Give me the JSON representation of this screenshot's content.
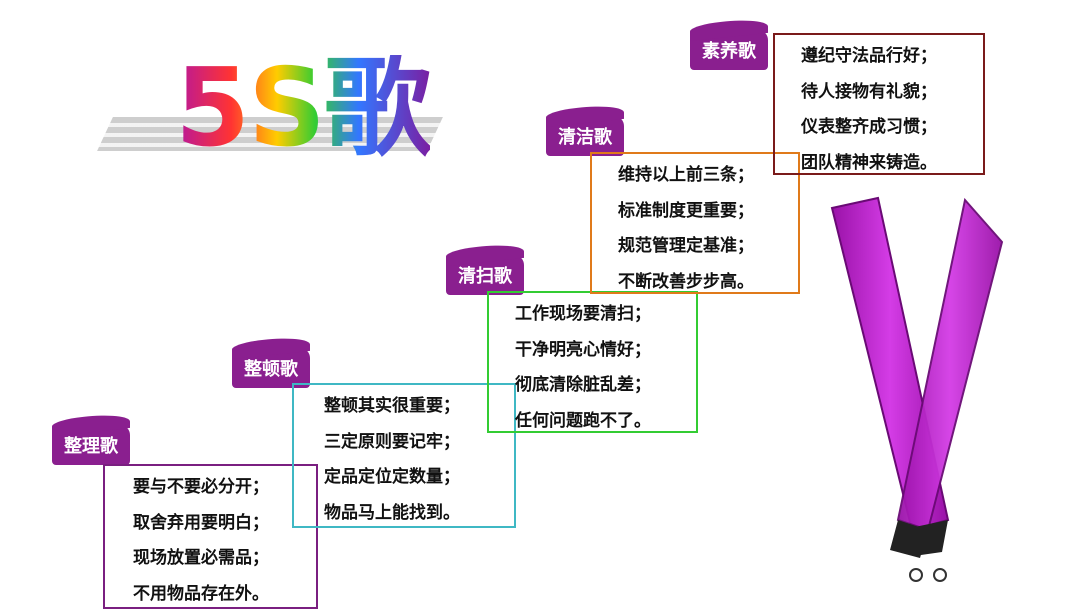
{
  "title": "5S歌",
  "colors": {
    "banner": "#8a1f8f",
    "box_zhengli": "#7a1f80",
    "box_zhengdun": "#3fb8c4",
    "box_qingsao": "#33cc33",
    "box_qingjie": "#e07a1a",
    "box_suyang": "#7a1a1a",
    "figure": "#cc22dd"
  },
  "sections": [
    {
      "label": "整理歌",
      "lines": [
        "要与不要必分开；",
        "取舍弃用要明白；",
        "现场放置必需品；",
        "不用物品存在外。"
      ]
    },
    {
      "label": "整顿歌",
      "lines": [
        "整顿其实很重要；",
        "三定原则要记牢；",
        "定品定位定数量；",
        "物品马上能找到。"
      ]
    },
    {
      "label": "清扫歌",
      "lines": [
        "工作现场要清扫；",
        "干净明亮心情好；",
        "彻底清除脏乱差；",
        "任何问题跑不了。"
      ]
    },
    {
      "label": "清洁歌",
      "lines": [
        "维持以上前三条；",
        "标准制度更重要；",
        "规范管理定基准；",
        "不断改善步步高。"
      ]
    },
    {
      "label": "素养歌",
      "lines": [
        "遵纪守法品行好；",
        "待人接物有礼貌；",
        "仪表整齐成习惯；",
        "团队精神来铸造。"
      ]
    }
  ]
}
